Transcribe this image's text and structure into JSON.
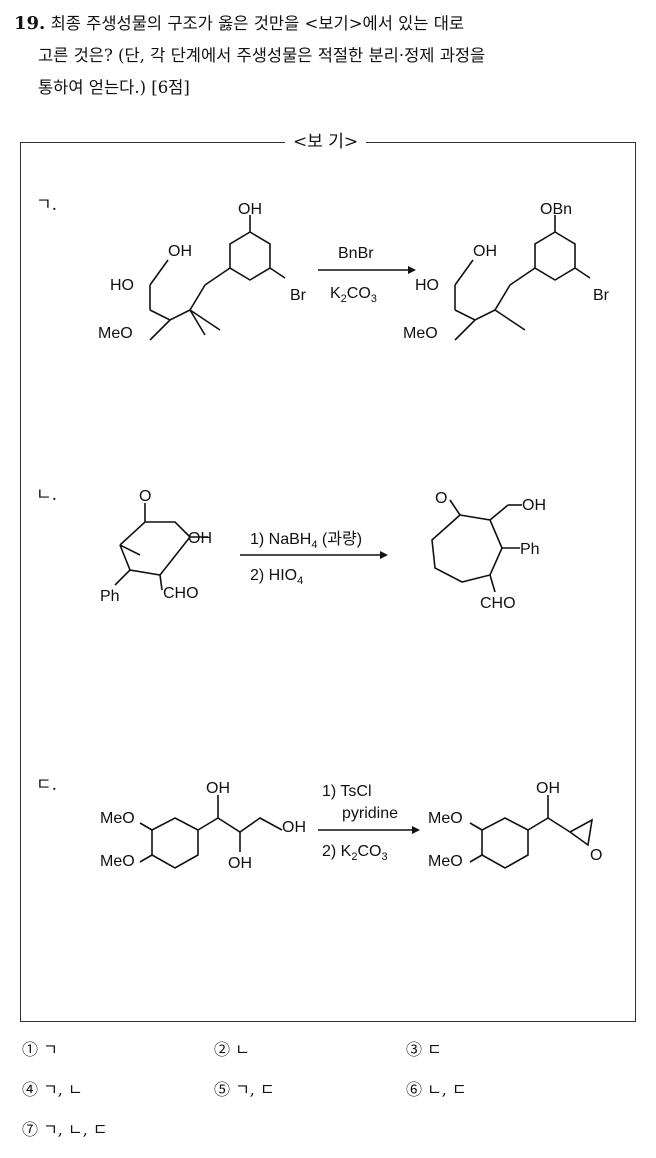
{
  "question": {
    "number": "19.",
    "line1": "최종 주생성물의 구조가 옳은 것만을 <보기>에서 있는 대로",
    "line2": "고른 것은? (단, 각 단계에서 주생성물은 적절한 분리·정제 과정을",
    "line3": "통하여 얻는다.) [6점]"
  },
  "box_title": "<보 기>",
  "items": [
    {
      "label": "ㄱ.",
      "reagent_top": "BnBr",
      "reagent_bottom_main": "K",
      "reagent_bottom_sub": "2",
      "reagent_bottom_rest": "CO",
      "reagent_bottom_sub2": "3",
      "sm_oh_top": "OH",
      "sm_oh_side": "OH",
      "sm_ho": "HO",
      "sm_meo": "MeO",
      "sm_br": "Br",
      "pr_obn": "OBn",
      "pr_oh_side": "OH",
      "pr_ho": "HO",
      "pr_meo": "MeO",
      "pr_br": "Br"
    },
    {
      "label": "ㄴ.",
      "reagent_1_pre": "1) NaBH",
      "reagent_1_sub": "4",
      "reagent_1_post": " (과량)",
      "reagent_2": "2) HIO",
      "reagent_2_sub": "4",
      "sm_o": "O",
      "sm_oh": "OH",
      "sm_ph": "Ph",
      "sm_cho": "CHO",
      "pr_o": "O",
      "pr_oh": "OH",
      "pr_ph": "Ph",
      "pr_cho": "CHO"
    },
    {
      "label": "ㄷ.",
      "reagent_1": "1) TsCl",
      "reagent_1b": "pyridine",
      "reagent_2_main": "2) K",
      "reagent_2_sub": "2",
      "reagent_2_rest": "CO",
      "reagent_2_sub2": "3",
      "sm_meo1": "MeO",
      "sm_meo2": "MeO",
      "sm_oh1": "OH",
      "sm_oh2": "OH",
      "sm_oh3": "OH",
      "pr_meo1": "MeO",
      "pr_meo2": "MeO",
      "pr_oh": "OH",
      "pr_o": "O"
    }
  ],
  "choices": [
    "① ㄱ",
    "② ㄴ",
    "③ ㄷ",
    "④ ㄱ, ㄴ",
    "⑤ ㄱ, ㄷ",
    "⑥ ㄴ, ㄷ",
    "⑦ ㄱ, ㄴ, ㄷ"
  ]
}
